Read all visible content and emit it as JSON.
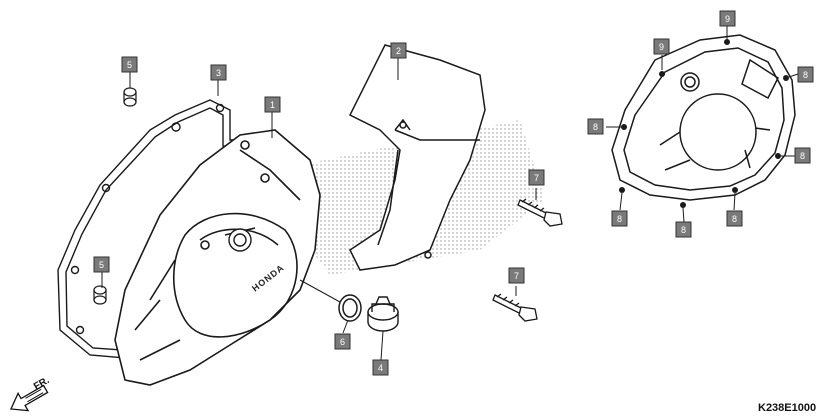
{
  "diagram": {
    "part_code": "K238E1000",
    "direction_label": "FR.",
    "cover_brand_text": "HONDA",
    "callouts": [
      {
        "id": "c1",
        "label": "1"
      },
      {
        "id": "c2",
        "label": "2"
      },
      {
        "id": "c3",
        "label": "3"
      },
      {
        "id": "c4",
        "label": "4"
      },
      {
        "id": "c5a",
        "label": "5"
      },
      {
        "id": "c5b",
        "label": "5"
      },
      {
        "id": "c6",
        "label": "6"
      },
      {
        "id": "c7a",
        "label": "7"
      },
      {
        "id": "c7b",
        "label": "7"
      },
      {
        "id": "c8a",
        "label": "8"
      },
      {
        "id": "c8b",
        "label": "8"
      },
      {
        "id": "c8c",
        "label": "8"
      },
      {
        "id": "c8d",
        "label": "8"
      },
      {
        "id": "c8e",
        "label": "8"
      },
      {
        "id": "c8f",
        "label": "8"
      },
      {
        "id": "c9a",
        "label": "9"
      },
      {
        "id": "c9b",
        "label": "9"
      }
    ],
    "colors": {
      "callout_fill": "#7a7a7a",
      "callout_border": "#333333",
      "line": "#1a1a1a",
      "hatch": "#9a9a9a"
    }
  }
}
